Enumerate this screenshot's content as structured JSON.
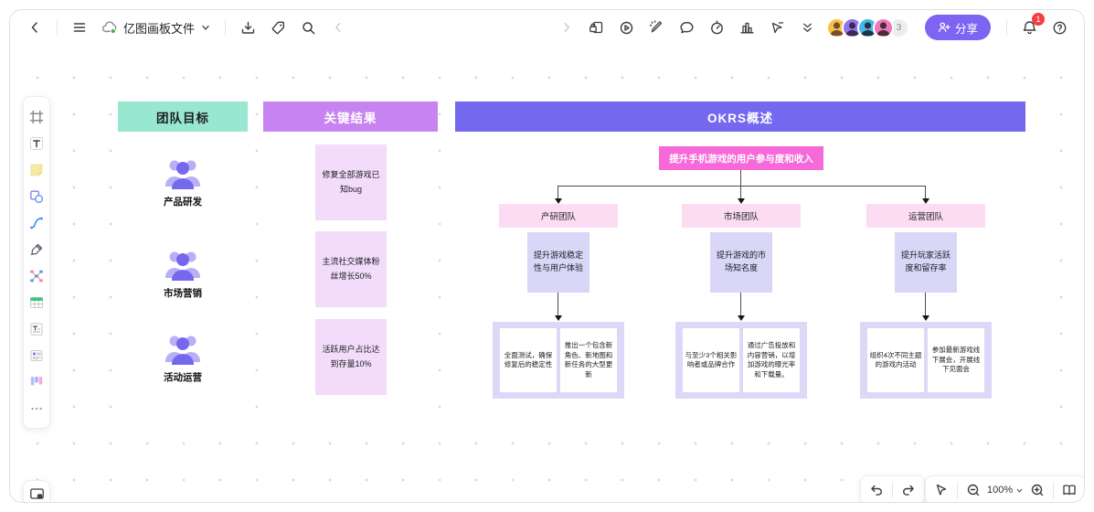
{
  "topbar": {
    "file_title": "亿图画板文件",
    "collab_overflow_count": "3",
    "share_label": "分享",
    "notification_count": "1"
  },
  "controls": {
    "zoom_level": "100%"
  },
  "diagram": {
    "team_goals": {
      "header": "团队目标",
      "items": [
        "产品研发",
        "市场营销",
        "活动运营"
      ]
    },
    "key_results": {
      "header": "关键结果",
      "cards": [
        "修复全部游戏已知bug",
        "主流社交媒体粉丝增长50%",
        "活跃用户占比达到存量10%"
      ]
    },
    "okrs": {
      "header": "OKRS概述",
      "root": "提升手机游戏的用户参与度和收入",
      "branches": [
        {
          "team": "产研团队",
          "objective": "提升游戏稳定性与用户体验",
          "results": [
            "全面测试，确保修复后的稳定性",
            "推出一个包含新角色、新地图和新任务的大型更新"
          ]
        },
        {
          "team": "市场团队",
          "objective": "提升游戏的市场知名度",
          "results": [
            "与至少3个相关影响者或品牌合作",
            "通过广告投放和内容营销，以增加游戏的曝光率和下载量。"
          ]
        },
        {
          "team": "运营团队",
          "objective": "提升玩家活跃度和留存率",
          "results": [
            "组织4次不同主题的游戏内活动",
            "参加最新游戏线下展会，开展线下见面会"
          ]
        }
      ]
    }
  },
  "icons": {
    "toolbar_left": [
      "back",
      "menu",
      "cloud-sync",
      "title-caret",
      "download",
      "tag",
      "search",
      "collapse-left"
    ],
    "toolbar_right": [
      "expand-right",
      "lock-note",
      "play-demo",
      "laser-pointer",
      "comment",
      "timer",
      "chart",
      "select-cursor",
      "more-chevrons",
      "bell",
      "help"
    ],
    "sidebar_tools": [
      "frame",
      "text",
      "sticky-note",
      "shapes",
      "connector",
      "pen",
      "mindmap",
      "table",
      "document",
      "card",
      "kanban",
      "more"
    ],
    "bottom": [
      "undo",
      "redo",
      "pointer",
      "zoom-out",
      "zoom-in",
      "minimap",
      "present"
    ]
  },
  "colors": {
    "team_goals_header_bg": "#98e7d1",
    "key_results_header_bg": "#c784f0",
    "okrs_header_bg": "#7468ee",
    "okr_root_bg": "#f768d9",
    "team_node_bg": "#fbdcf3",
    "objective_node_bg": "#d9d6f7",
    "result_group_bg": "#dcd9f8",
    "kr_card_bg": "#f2dcfa",
    "share_button_bg": "#7d64f2",
    "badge_red": "#f53f3f"
  }
}
